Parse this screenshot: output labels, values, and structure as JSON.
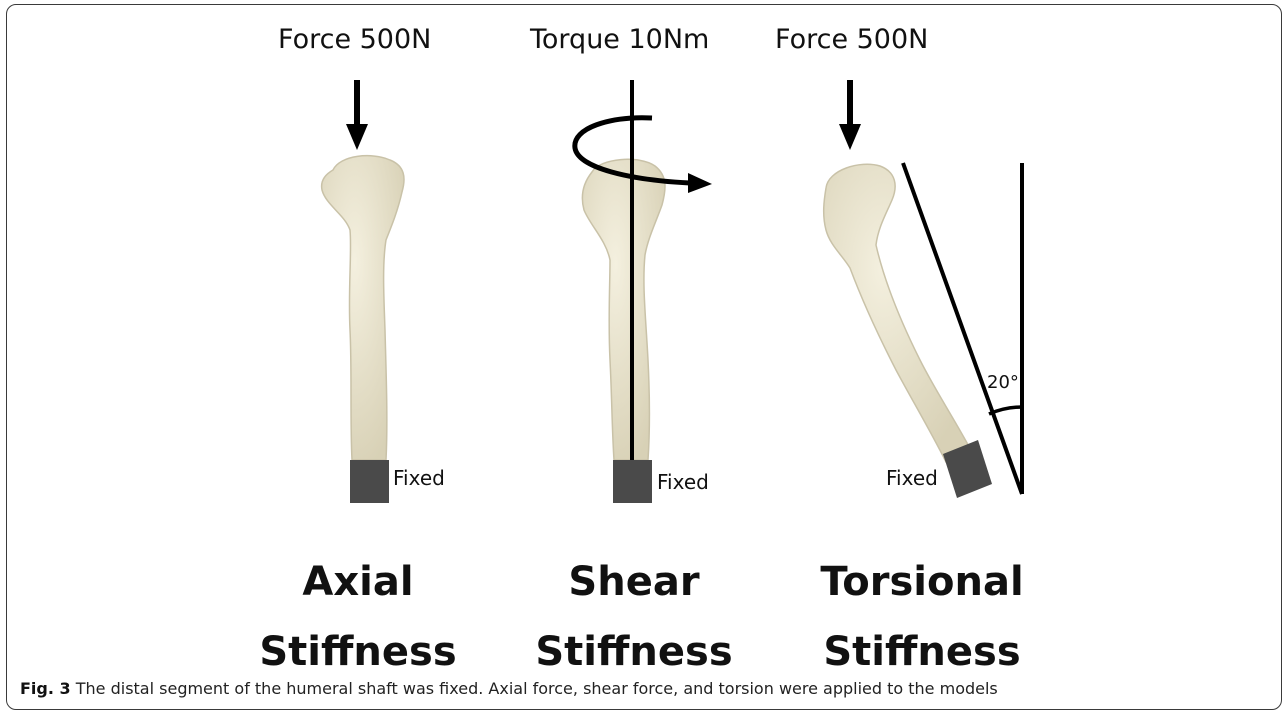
{
  "panels": [
    {
      "load_label": "Force 500N",
      "fixed_label": "Fixed",
      "title_line1": "Axial",
      "title_line2": "Stiffness"
    },
    {
      "load_label": "Torque 10Nm",
      "fixed_label": "Fixed",
      "title_line1": "Shear",
      "title_line2": "Stiffness"
    },
    {
      "load_label": "Force 500N",
      "fixed_label": "Fixed",
      "title_line1": "Torsional",
      "title_line2": "Stiffness",
      "angle_label": "20°"
    }
  ],
  "caption": {
    "label": "Fig. 3",
    "text": " The distal segment of the humeral shaft was fixed. Axial force, shear force, and torsion were applied to the models"
  },
  "colors": {
    "bone": "#e9e4cf",
    "bone_outline": "#c9c2a8",
    "fixture": "#4a4a4a",
    "ink": "#000000"
  }
}
